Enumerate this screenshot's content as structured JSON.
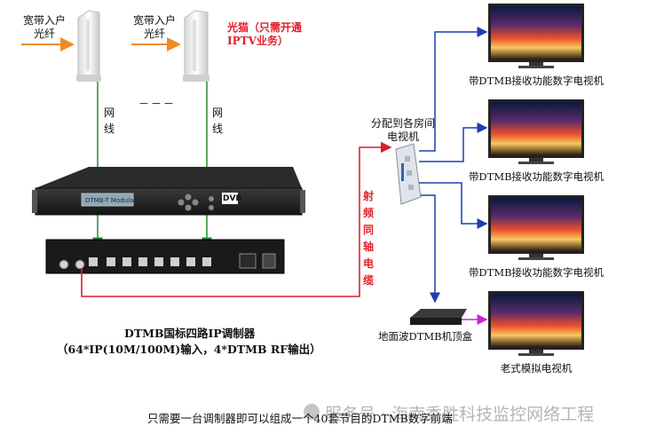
{
  "fiber": {
    "label1": "宽带入户光纤",
    "label2": "宽带入户光纤",
    "dashes": "－－－"
  },
  "optical_modem_note": "光猫（只需开通IPTV业务）",
  "network_cable": "网线",
  "rf_coax": "射频同轴电缆",
  "splitter_label": "分配到各房间电视机",
  "tv_labels": [
    "带DTMB接收功能数字电视机",
    "带DTMB接收功能数字电视机",
    "带DTMB接收功能数字电视机",
    "老式模拟电视机"
  ],
  "stb_label": "地面波DTMB机顶盒",
  "device": {
    "title": "DTMB国标四路IP调制器",
    "spec": "（64*IP(10M/100M)输入，4*DTMB RF输出）",
    "front_text": "DTMB-T Modulator",
    "logo": "DVB"
  },
  "caption": "只需要一台调制器即可以组成一个40套节目的DTMB数字前端",
  "watermark": "服务号 · 海南秀胜科技监控网络工程",
  "colors": {
    "fiber_arrow": "#f08a24",
    "ethernet": "#2a8a2a",
    "rf_cable": "#d8202a",
    "distribution": "#1f3fb0",
    "stb_to_tv": "#d020d0"
  }
}
